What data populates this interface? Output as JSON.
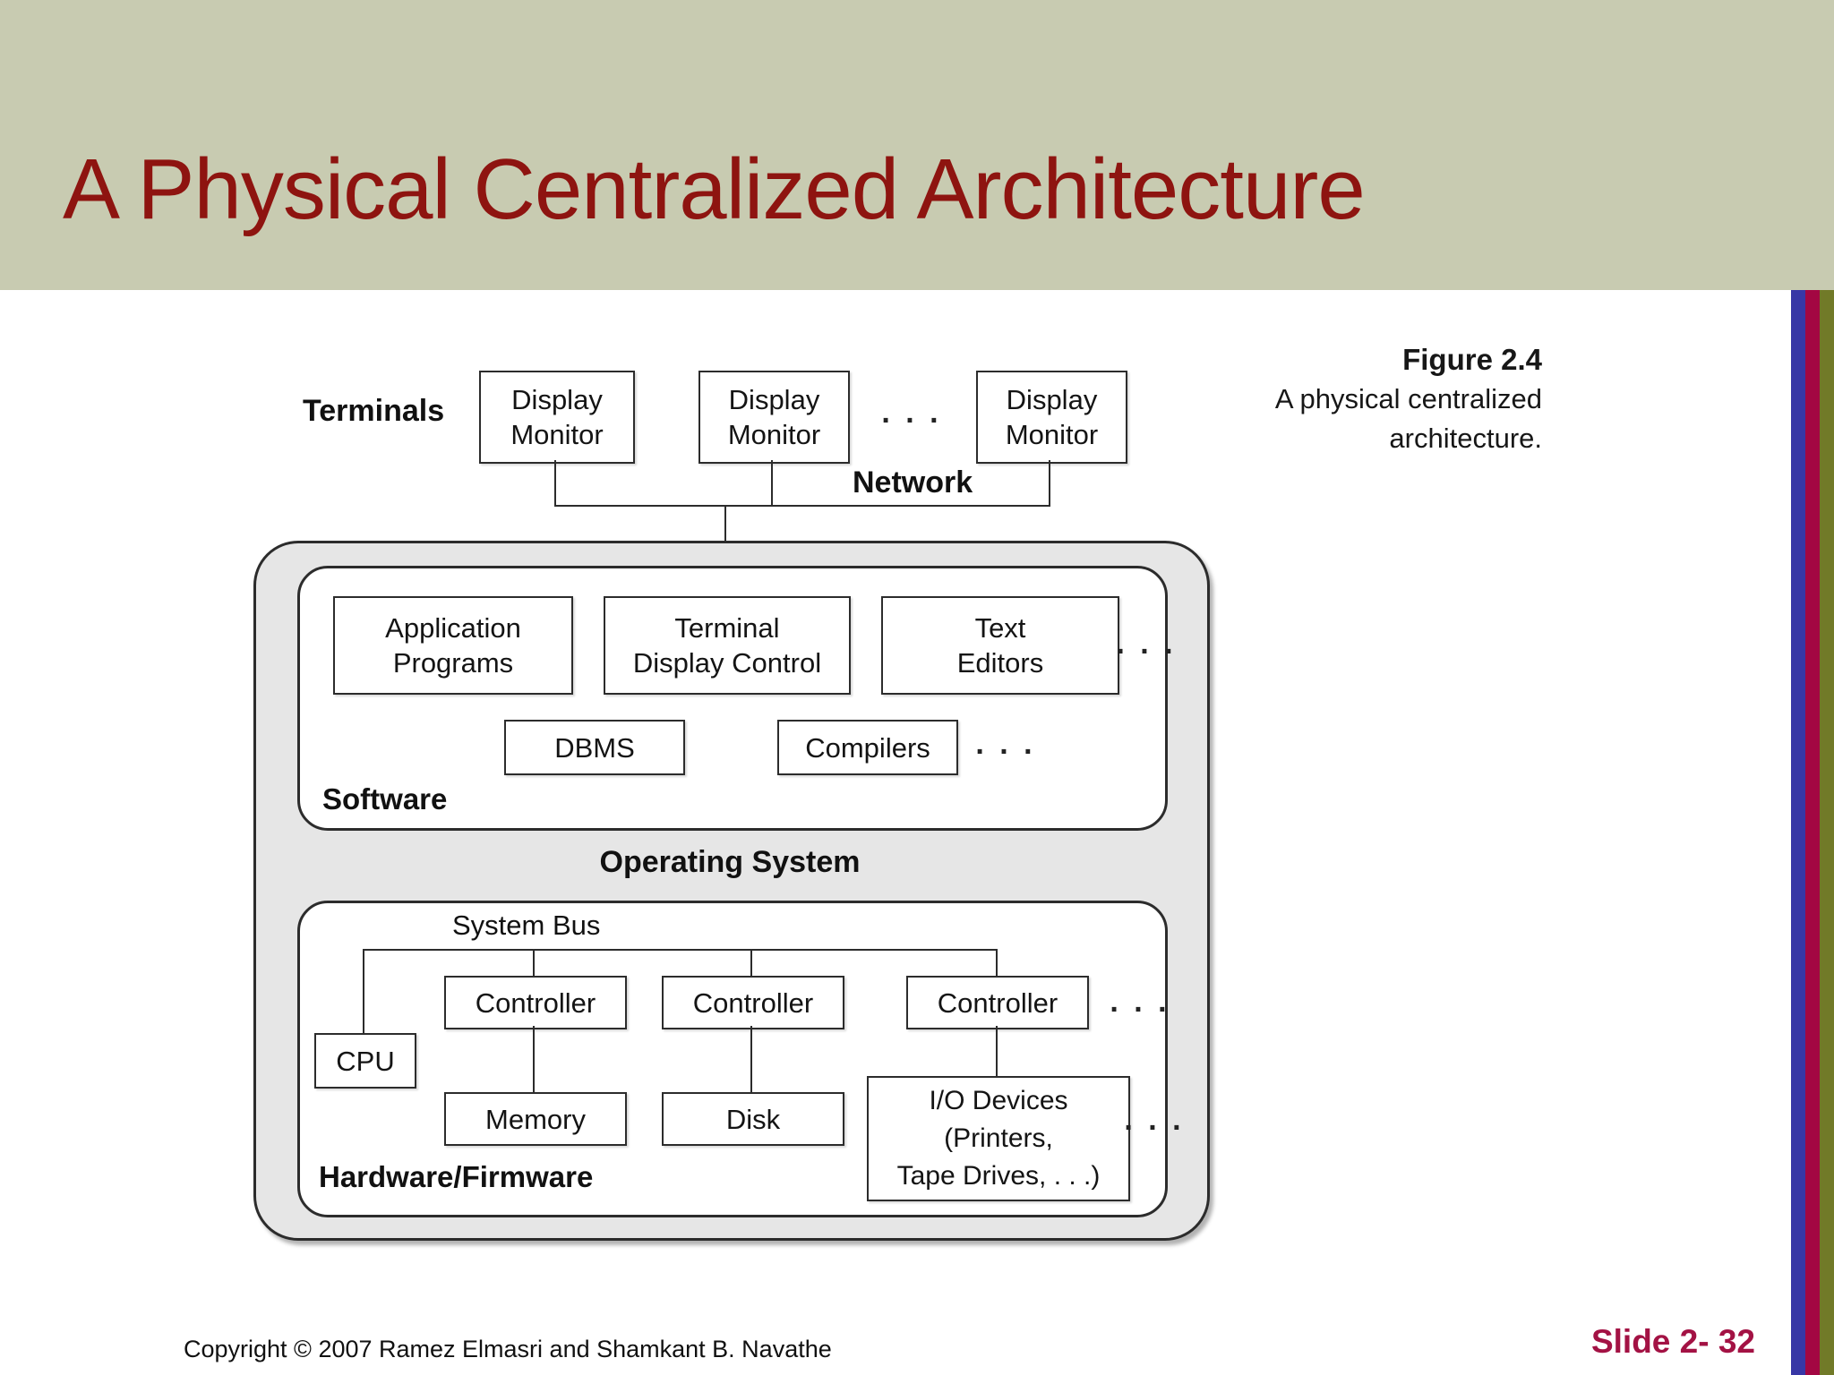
{
  "slide": {
    "title": "A Physical Centralized Architecture"
  },
  "figure": {
    "label": "Figure 2.4",
    "caption_line1": "A physical centralized",
    "caption_line2": "architecture."
  },
  "diagram": {
    "terminals_label": "Terminals",
    "network_label": "Network",
    "ellipsis": ". . .",
    "monitors": [
      {
        "line1": "Display",
        "line2": "Monitor"
      },
      {
        "line1": "Display",
        "line2": "Monitor"
      },
      {
        "line1": "Display",
        "line2": "Monitor"
      }
    ],
    "software": {
      "label": "Software",
      "boxes": [
        {
          "line1": "Application",
          "line2": "Programs"
        },
        {
          "line1": "Terminal",
          "line2": "Display Control"
        },
        {
          "line1": "Text",
          "line2": "Editors"
        }
      ],
      "row2": [
        "DBMS",
        "Compilers"
      ]
    },
    "os_label": "Operating System",
    "hardware": {
      "label": "Hardware/Firmware",
      "system_bus": "System Bus",
      "cpu": "CPU",
      "controllers": [
        "Controller",
        "Controller",
        "Controller"
      ],
      "devices": [
        "Memory",
        "Disk"
      ],
      "io": {
        "line1": "I/O Devices",
        "line2": "(Printers,",
        "line3": "Tape Drives, . . .)"
      }
    }
  },
  "footer": {
    "copyright": "Copyright © 2007 Ramez Elmasri and Shamkant B. Navathe",
    "slide_number": "Slide 2- 32"
  },
  "colors": {
    "header_band": "#c8cbb1",
    "title_red": "#8e1410",
    "container_gray": "#e6e6e6",
    "line_dark": "#2c2c2c",
    "stripe_blue": "#3837a6",
    "stripe_crimson": "#a30742",
    "stripe_olive": "#717a28",
    "slide_number": "#a31244"
  }
}
